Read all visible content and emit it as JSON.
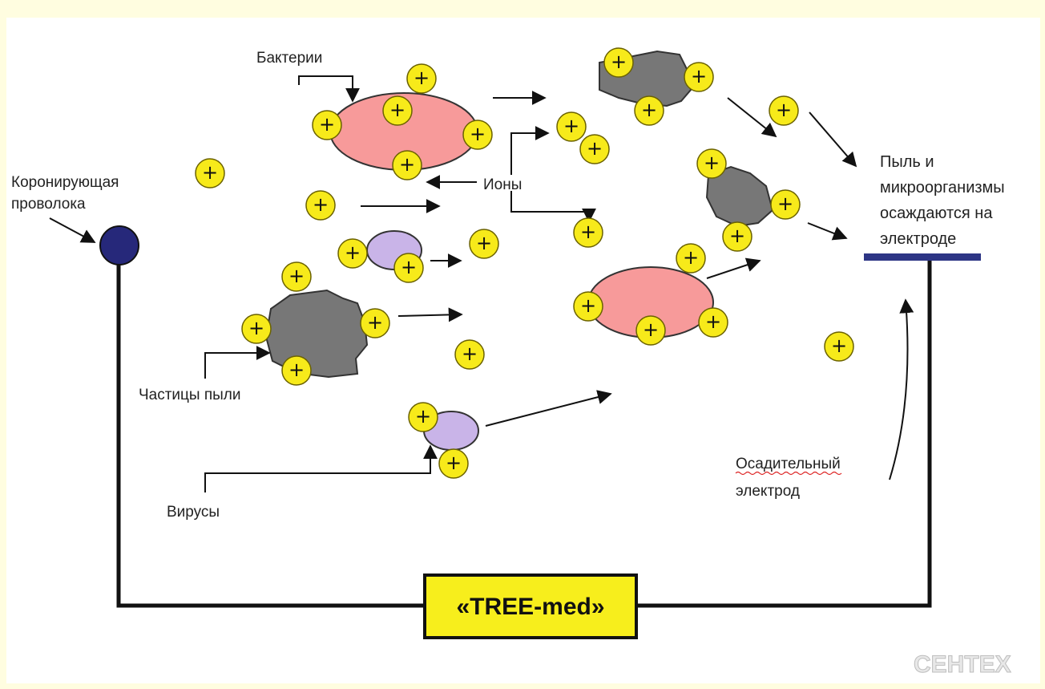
{
  "labels": {
    "corona_wire": [
      "Коронирующая",
      "проволока"
    ],
    "bacteria": "Бактерии",
    "ions": "Ионы",
    "dust_particles": "Частицы пыли",
    "viruses": "Вирусы",
    "collecting_electrode": [
      "Осадительный",
      "электрод"
    ],
    "deposit": [
      "Пыль и",
      "микроорганизмы",
      "осаждаются на",
      "электроде"
    ]
  },
  "device": {
    "name": "«TREE-med»"
  },
  "ion_symbol": "+",
  "watermark": "CEHTEX",
  "colors": {
    "background": "#fffde0",
    "ion": "#f7ea1a",
    "bacteria": "#f79a9a",
    "virus": "#c9b4e8",
    "dust": "#777777",
    "wire": "#26287a",
    "device_box": "#f7ee1c"
  }
}
